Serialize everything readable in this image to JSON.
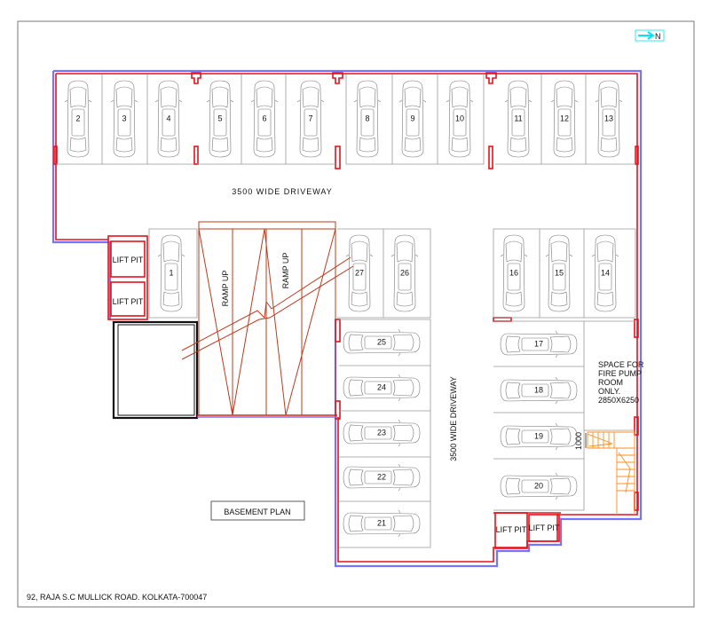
{
  "north_label": "N",
  "driveway_top_label": "3500  WIDE  DRIVEWAY",
  "driveway_vertical_label": "3500  WIDE  DRIVEWAY",
  "lift_pit_label": "LIFT PIT",
  "ramp_label": "RAMP UP",
  "fire_pump": [
    "SPACE FOR",
    "FIRE PUMP",
    "ROOM",
    "ONLY.",
    "2850X6250"
  ],
  "dimension_label": "1000",
  "plan_title": "BASEMENT PLAN",
  "address": "92, RAJA S.C MULLICK ROAD. KOLKATA-700047",
  "stalls": [
    "1",
    "2",
    "3",
    "4",
    "5",
    "6",
    "7",
    "8",
    "9",
    "10",
    "11",
    "12",
    "13",
    "14",
    "15",
    "16",
    "17",
    "18",
    "19",
    "20",
    "21",
    "22",
    "23",
    "24",
    "25",
    "26",
    "27"
  ],
  "colors": {
    "wall_inner": "#e8101a",
    "wall_outer": "#7474ff",
    "ramp": "#c0391b",
    "stair": "#ff8c1a",
    "north": "#00e5f0"
  }
}
